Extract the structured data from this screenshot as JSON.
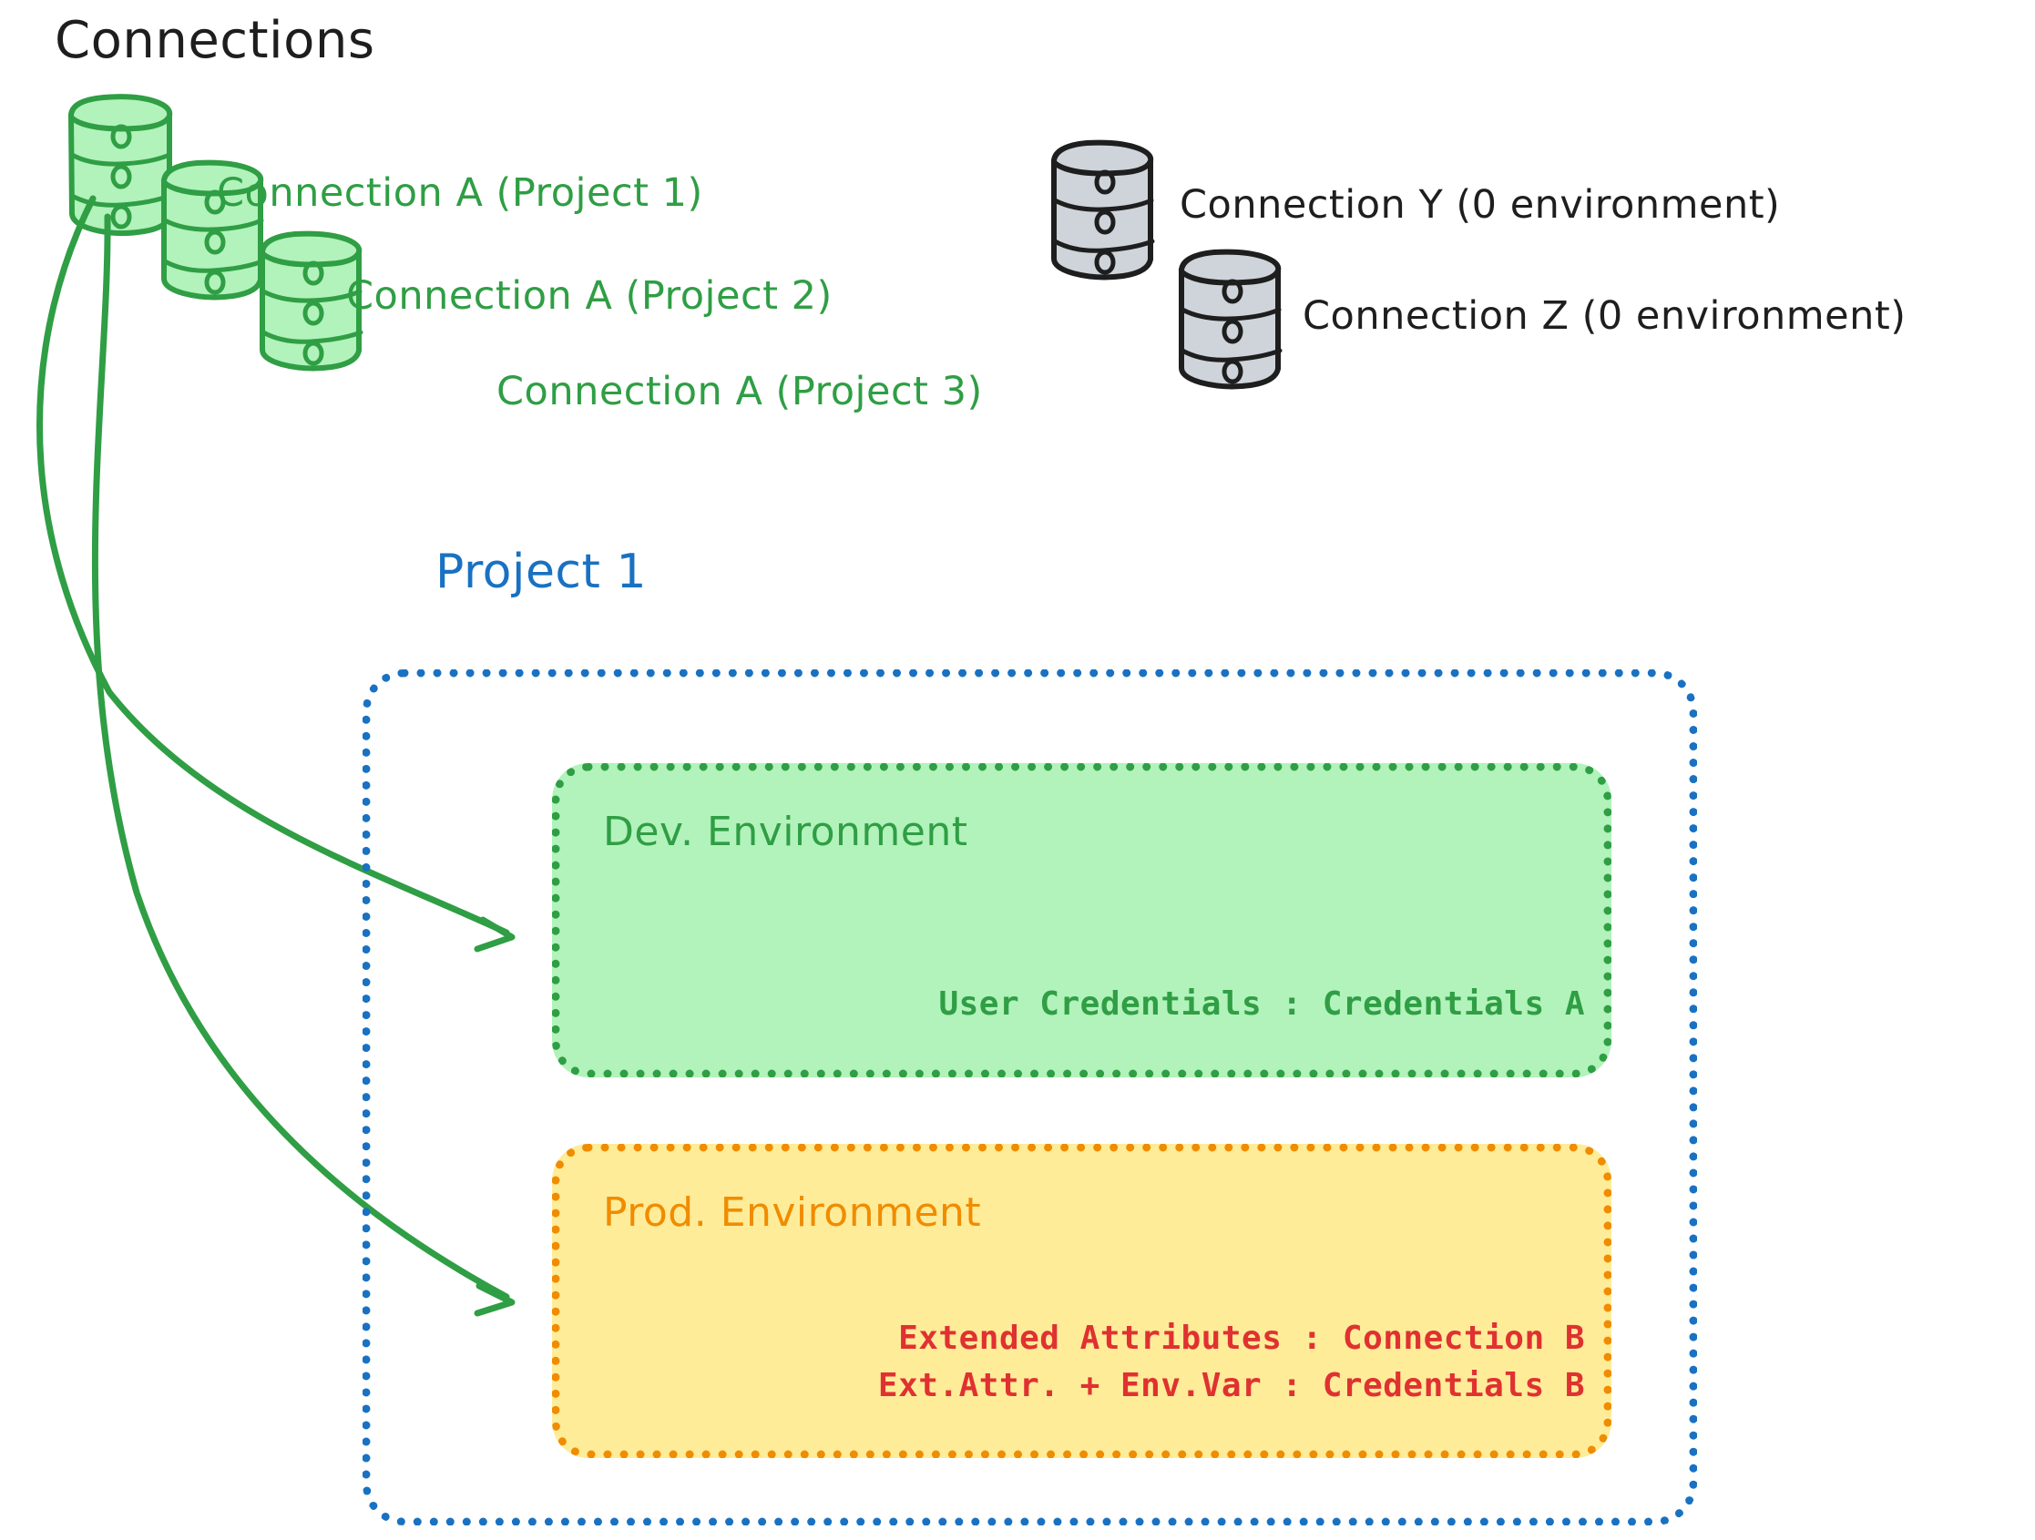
{
  "title": "Connections",
  "connections": [
    {
      "id": "conn-a-p1",
      "label": "Connection A (Project 1)",
      "color": "green"
    },
    {
      "id": "conn-a-p2",
      "label": "Connection A (Project 2)",
      "color": "green"
    },
    {
      "id": "conn-a-p3",
      "label": "Connection A (Project 3)",
      "color": "green"
    },
    {
      "id": "conn-y",
      "label": "Connection Y (0 environment)",
      "color": "gray"
    },
    {
      "id": "conn-z",
      "label": "Connection Z (0 environment)",
      "color": "gray"
    }
  ],
  "project": {
    "title": "Project 1",
    "environments": [
      {
        "id": "dev",
        "title": "Dev. Environment",
        "lines": [
          "User Credentials : Credentials A"
        ]
      },
      {
        "id": "prod",
        "title": "Prod. Environment",
        "lines": [
          "Extended Attributes : Connection B",
          "Ext.Attr. + Env.Var : Credentials B"
        ]
      }
    ]
  },
  "icons": {
    "database_green": "database-icon",
    "database_gray": "database-icon",
    "arrow": "arrow-icon"
  },
  "colors": {
    "green_stroke": "#2f9e44",
    "green_fill": "#b2f2bb",
    "gray_stroke": "#1e1e1e",
    "gray_fill": "#ced4da",
    "blue": "#1971c2",
    "orange_stroke": "#f08c00",
    "orange_fill": "#ffec99",
    "red": "#e03131",
    "black": "#1e1e1e"
  }
}
